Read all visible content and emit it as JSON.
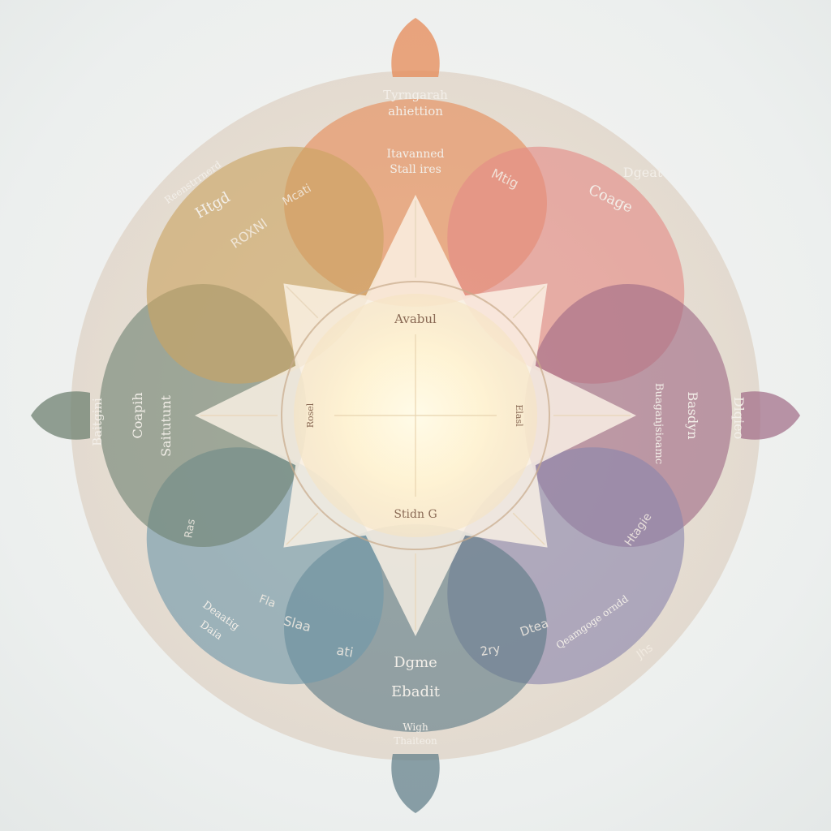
{
  "colors": {
    "top": "#e58a57",
    "top_right": "#e48a86",
    "right": "#a06a86",
    "bottom_right": "#8a86ac",
    "bottom": "#5d7a86",
    "bottom_left": "#6f97aa",
    "left": "#6f8272",
    "top_left": "#c9a361",
    "outer_ring": "#dcc8b4",
    "center_glow": "#fff7dc",
    "star": "#fbf3e6"
  },
  "labels": {
    "top_title_1": "Tyrngarah",
    "top_title_2": "ahiettion",
    "top_sub_1": "Itavanned",
    "top_sub_2": "Stall ires",
    "top_left_1": "Reenstrrnerd",
    "top_left_2": "Htgd",
    "top_left_3": "ROXNI",
    "top_left_4": "Mcati",
    "top_right_1": "Dgeat",
    "top_right_2": "Coage",
    "top_right_3": "Mtig",
    "left_1": "Baitgini",
    "left_2": "Coapih",
    "left_3": "Saitutunt",
    "left_4": "Ras",
    "right_1": "Buaganjsioamc",
    "right_2": "Basdyn",
    "right_3": "Dlqieo",
    "right_4": "Htagie",
    "bottom_left_1": "Deaatig",
    "bottom_left_2": "Daia",
    "bottom_left_3": "Fla",
    "bottom_left_4": "Slaa",
    "bottom_left_5": "ati",
    "bottom_right_1": "Dtea",
    "bottom_right_2": "Qeamgoge orndd",
    "bottom_right_3": "2ry",
    "bottom_right_4": "Jhs",
    "bottom_title_1": "Dgme",
    "bottom_title_2": "Ebadit",
    "bottom_sub_1": "Wigh",
    "bottom_sub_2": "Thaiteon",
    "center_top": "Avabul",
    "center_bottom": "Stidn G",
    "center_left": "Rosel",
    "center_right": "Elasl"
  }
}
